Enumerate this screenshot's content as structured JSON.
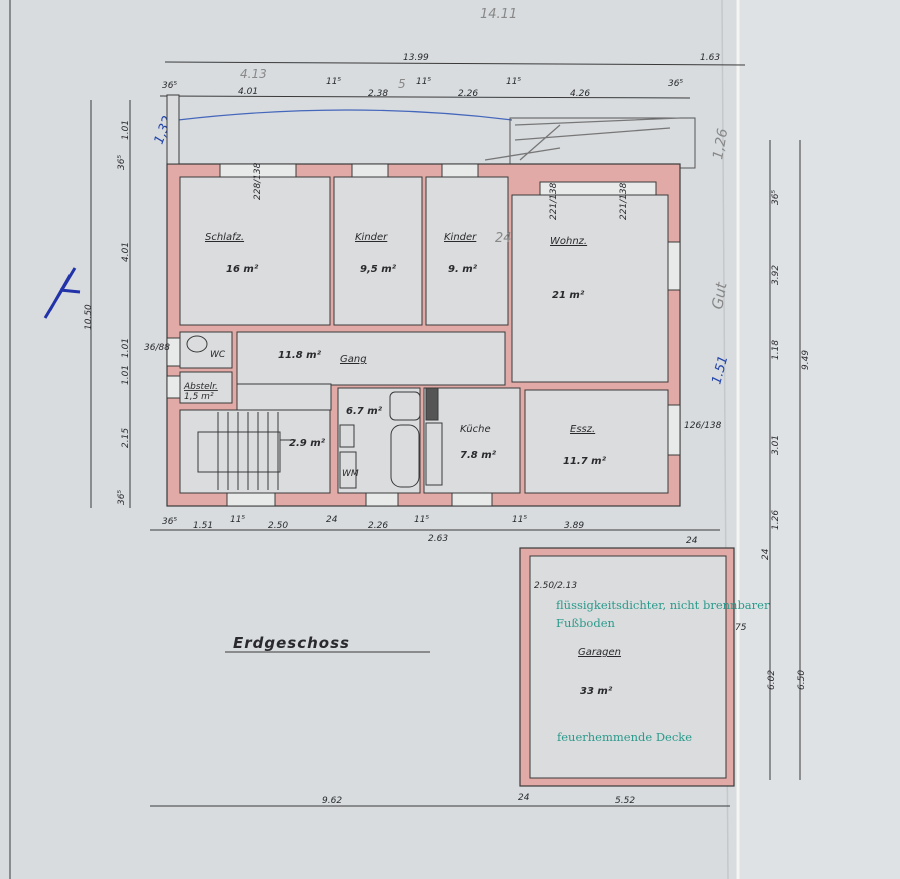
{
  "title": "Erdgeschoss",
  "colors": {
    "paper": "#d8dcdf",
    "wall": "#e2aaa6",
    "stamp": "#2a9a8c",
    "ink": "#2244aa"
  },
  "rooms": {
    "schlafz": {
      "label": "Schlafz.",
      "area": "16 m²",
      "dims": "228/138"
    },
    "kinder1": {
      "label": "Kinder",
      "area": "9,5 m²"
    },
    "kinder2": {
      "label": "Kinder",
      "area": "9. m²",
      "note": "24"
    },
    "wohnz": {
      "label": "Wohnz.",
      "area": "21 m²",
      "dims1": "221/138",
      "dims2": "221/138"
    },
    "wc": {
      "label": "WC"
    },
    "gang": {
      "label": "Gang",
      "area": "11.8 m²"
    },
    "abstelr": {
      "label": "Abstelr.",
      "area": "1,5 m²"
    },
    "stair": {
      "area": "2.9 m²"
    },
    "bad": {
      "area": "6.7 m²",
      "wm": "WM"
    },
    "kueche": {
      "label": "Küche",
      "area": "7.8 m²"
    },
    "essz": {
      "label": "Essz.",
      "area": "11.7 m²",
      "dims": "126/138"
    },
    "garage": {
      "label": "Garagen",
      "area": "33 m²",
      "dims_left": "2.50/2.13",
      "dims_right": "75"
    }
  },
  "stamps": {
    "floor_line1": "flüssigkeitsdichter, nicht brennbarer",
    "floor_line2": "Fußboden",
    "ceiling": "feuerhemmende Decke"
  },
  "dimensions": {
    "top_total": "13.99",
    "top_extra": "1.63",
    "top": [
      "36⁵",
      "4.01",
      "11⁵",
      "2.38",
      "11⁵",
      "2.26",
      "11⁵",
      "4.26",
      "36⁵"
    ],
    "bottom": [
      "36⁵",
      "1.51",
      "11⁵",
      "2.50",
      "24",
      "2.26",
      "11⁵",
      "3.89"
    ],
    "bottom_sub": "2.63",
    "bottom_total": "9.62",
    "garage_width": "5.52",
    "garage_wall": "24",
    "left_total": "10.50",
    "left": [
      "36⁵",
      "1.01",
      "4.01",
      "1.01",
      "1.01",
      "2.15",
      "36⁵"
    ],
    "wc_dims": "36/88",
    "right_total": "9.49",
    "right": [
      "36⁵",
      "3.92",
      "1.18",
      "3.01",
      "1.26",
      "24"
    ],
    "garage_depth": "6.02",
    "garage_total": "6.50"
  },
  "annotations": {
    "pencil_top": "14.11",
    "pencil_413": "4.13",
    "pencil_5": "5",
    "pencil_balcony": "1,26",
    "ink_balcony": "1,32",
    "pencil_gut": "Gut",
    "ink_151": "1.51"
  }
}
